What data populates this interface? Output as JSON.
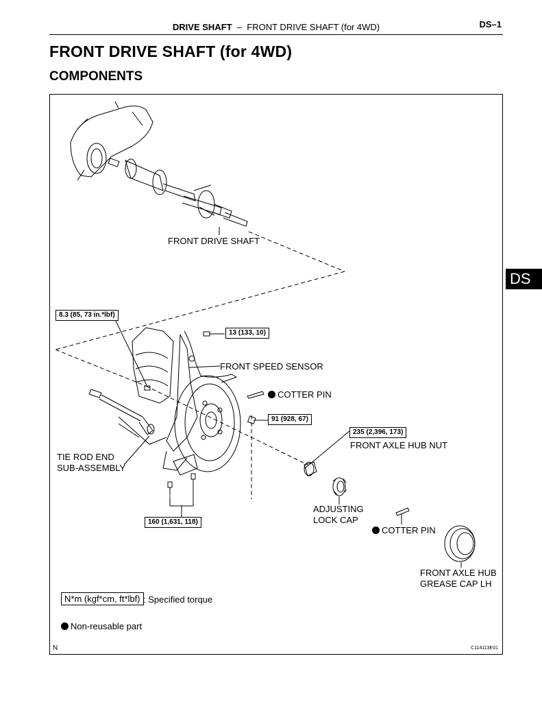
{
  "header": {
    "section": "DRIVE SHAFT",
    "separator": "–",
    "subsection": "FRONT DRIVE SHAFT (for 4WD)",
    "page": "DS–1"
  },
  "title": "FRONT DRIVE SHAFT (for 4WD)",
  "subtitle": "COMPONENTS",
  "side_tab": "DS",
  "figure": {
    "labels": {
      "front_drive_shaft": "FRONT DRIVE SHAFT",
      "front_speed_sensor": "FRONT SPEED SENSOR",
      "cotter_pin_1": "COTTER PIN",
      "front_axle_hub_nut": "FRONT AXLE HUB NUT",
      "tie_rod_line1": "TIE ROD END",
      "tie_rod_line2": "SUB-ASSEMBLY",
      "adjusting_line1": "ADJUSTING",
      "adjusting_line2": "LOCK CAP",
      "cotter_pin_2": "COTTER PIN",
      "grease_cap_line1": "FRONT AXLE HUB",
      "grease_cap_line2": "GREASE CAP LH"
    },
    "torques": {
      "t1": "8.3 (85, 73 in.*lbf)",
      "t2": "13 (133, 10)",
      "t3": "91 (928, 67)",
      "t4": "235 (2,396, 173)",
      "t5": "160 (1,631, 118)"
    },
    "legend": {
      "torque_unit": "N*m (kgf*cm, ft*lbf)",
      "torque_text": ": Specified torque",
      "nonreusable_text": "Non-reusable part"
    },
    "corner_left": "N",
    "corner_right": "C114113E01"
  }
}
